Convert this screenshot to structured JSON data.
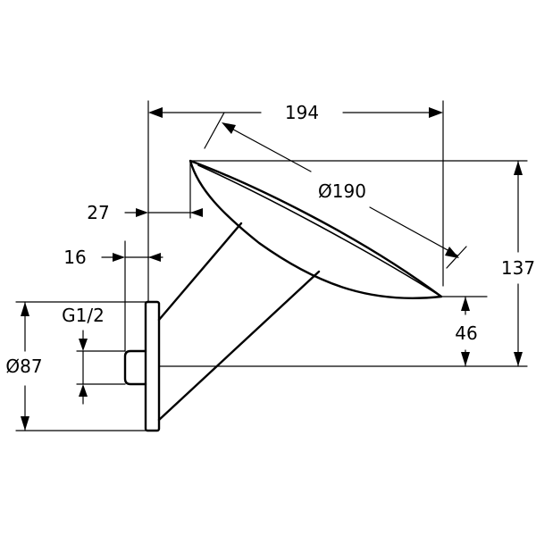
{
  "dimensions": {
    "overall_width": "194",
    "head_diameter": "Ø190",
    "head_offset": "27",
    "flange_thickness": "16",
    "thread": "G1/2",
    "flange_diameter": "Ø87",
    "rim_height": "46",
    "overall_height": "137"
  }
}
